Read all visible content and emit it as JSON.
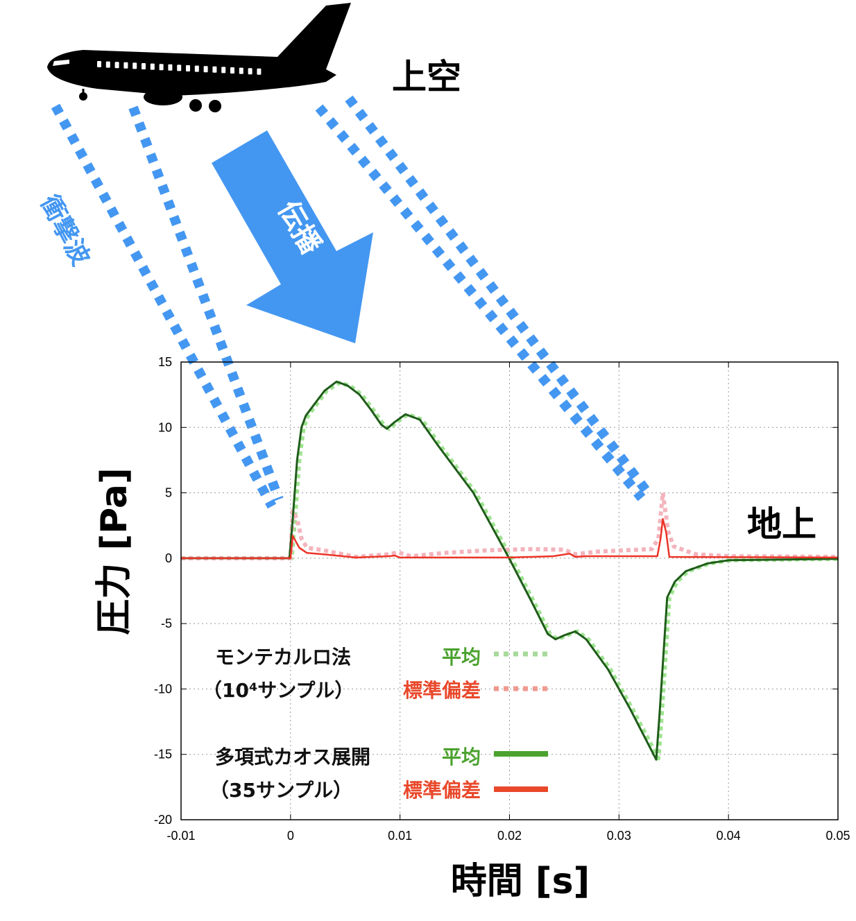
{
  "labels": {
    "sky": "上空",
    "ground": "地上",
    "shockwave": "衝撃波",
    "propagation": "伝播"
  },
  "legend": {
    "mc_title": "モンテカルロ法",
    "mc_samples": "（10⁴サンプル）",
    "pce_title": "多項式カオス展開",
    "pce_samples": "（35サンプル）",
    "mean": "平均",
    "std": "標準偏差"
  },
  "colors": {
    "pce_mean": "#1f5c1a",
    "mc_mean": "#9fe391",
    "pce_std": "#ec3326",
    "mc_std": "#f3b4bd",
    "legend_green": "#4ba22e",
    "legend_red": "#e9482b",
    "shock_blue": "#4497f1"
  },
  "chart_data": {
    "type": "line",
    "xlabel": "時間 [s]",
    "ylabel": "圧力 [Pa]",
    "xlim": [
      -0.01,
      0.05
    ],
    "ylim": [
      -20,
      15
    ],
    "xticks": [
      "-0.01",
      "0",
      "0.01",
      "0.02",
      "0.03",
      "0.04",
      "0.05"
    ],
    "yticks": [
      "15",
      "10",
      "5",
      "0",
      "-5",
      "-10",
      "-15",
      "-20"
    ],
    "grid": true,
    "legend_position": "bottom-left",
    "series": [
      {
        "name": "モンテカルロ法 平均",
        "style": "dotted",
        "x": [
          -0.01,
          0.0001,
          0.0004,
          0.0008,
          0.0012,
          0.0016,
          0.0024,
          0.0033,
          0.0044,
          0.0054,
          0.0065,
          0.0075,
          0.0085,
          0.009,
          0.0097,
          0.0107,
          0.012,
          0.0136,
          0.0169,
          0.0201,
          0.0222,
          0.0237,
          0.0244,
          0.0252,
          0.0262,
          0.0272,
          0.0292,
          0.0312,
          0.0336,
          0.0339,
          0.0346,
          0.0353,
          0.0363,
          0.0383,
          0.0403,
          0.05
        ],
        "y": [
          0,
          0,
          3,
          7.5,
          10,
          10.9,
          11.8,
          12.8,
          13.4,
          13.2,
          12.5,
          11.4,
          10.2,
          9.9,
          10.4,
          11.0,
          10.6,
          8.7,
          5.0,
          0.1,
          -3.3,
          -5.8,
          -6.2,
          -5.9,
          -5.6,
          -6.2,
          -8.5,
          -11.5,
          -15.3,
          -12,
          -3,
          -1.8,
          -1.0,
          -0.4,
          -0.15,
          -0.05
        ]
      },
      {
        "name": "モンテカルロ法 標準偏差",
        "style": "dotted",
        "x": [
          -0.01,
          0,
          0.0002,
          0.0006,
          0.001,
          0.0015,
          0.003,
          0.006,
          0.009,
          0.0098,
          0.011,
          0.014,
          0.018,
          0.022,
          0.025,
          0.026,
          0.028,
          0.033,
          0.0336,
          0.034,
          0.0345,
          0.035,
          0.037,
          0.04,
          0.05
        ],
        "y": [
          0,
          0,
          3.6,
          3.0,
          1.5,
          0.8,
          0.6,
          0.1,
          0.3,
          0.45,
          0.15,
          0.4,
          0.6,
          0.7,
          0.65,
          0.3,
          0.5,
          0.7,
          1.5,
          5.0,
          2.0,
          0.9,
          0.3,
          0.15,
          0.1
        ]
      },
      {
        "name": "多項式カオス展開 平均",
        "style": "solid",
        "x": [
          -0.01,
          -0.0001,
          0.0002,
          0.0006,
          0.001,
          0.0014,
          0.0022,
          0.0031,
          0.0042,
          0.0052,
          0.0063,
          0.0073,
          0.0083,
          0.0088,
          0.0095,
          0.0105,
          0.0118,
          0.0134,
          0.0167,
          0.0199,
          0.022,
          0.0235,
          0.0242,
          0.025,
          0.026,
          0.027,
          0.029,
          0.031,
          0.0334,
          0.0337,
          0.0344,
          0.0351,
          0.0361,
          0.0381,
          0.0401,
          0.05
        ],
        "y": [
          0,
          0,
          3,
          7.5,
          10,
          10.9,
          11.8,
          12.8,
          13.5,
          13.2,
          12.5,
          11.4,
          10.2,
          9.9,
          10.4,
          11.0,
          10.6,
          8.7,
          5.0,
          0.1,
          -3.3,
          -5.8,
          -6.2,
          -5.9,
          -5.6,
          -6.2,
          -8.5,
          -11.5,
          -15.4,
          -12,
          -3,
          -1.8,
          -1.0,
          -0.4,
          -0.15,
          -0.05
        ]
      },
      {
        "name": "多項式カオス展開 標準偏差",
        "style": "solid",
        "x": [
          -0.01,
          0,
          0.0002,
          0.0008,
          0.0015,
          0.003,
          0.006,
          0.009,
          0.0095,
          0.01,
          0.02,
          0.024,
          0.0255,
          0.026,
          0.027,
          0.0335,
          0.0338,
          0.034,
          0.0343,
          0.0346,
          0.05
        ],
        "y": [
          0,
          0,
          1.7,
          0.8,
          0.4,
          0.3,
          0.05,
          0.15,
          0.2,
          0.05,
          0.05,
          0.15,
          0.35,
          0.1,
          0.15,
          0.15,
          1.5,
          3.0,
          2.0,
          0.1,
          0.05
        ]
      }
    ]
  }
}
